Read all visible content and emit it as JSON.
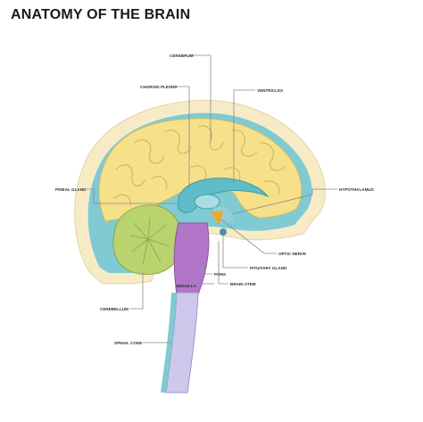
{
  "title": "ANATOMY OF THE BRAIN",
  "labels": {
    "cerebrum": "CEREBRUM",
    "choroid_plexus": "CHOROID PLEXUS",
    "ventricles": "VENTRICLES",
    "pineal_gland": "PINEAL GLAND",
    "hypothalamus": "HYPOTHALAMUS",
    "optic_nerve": "OPTIC NERVE",
    "pituitary_gland": "PITUITARY GLAND",
    "pons": "PONS",
    "medulla": "MEDULLA",
    "brain_stem": "BRAIN STEM",
    "cerebellum": "CEREBELLUM",
    "spinal_code": "SPINAL CODE"
  },
  "colors": {
    "skull": "#f7ebc6",
    "csf": "#7fcad3",
    "cerebrum": "#f6e08a",
    "cerebellum": "#b9d36f",
    "brainstem": "#b276c8",
    "optic": "#f4a524",
    "spinal": "#cfc8ec"
  }
}
